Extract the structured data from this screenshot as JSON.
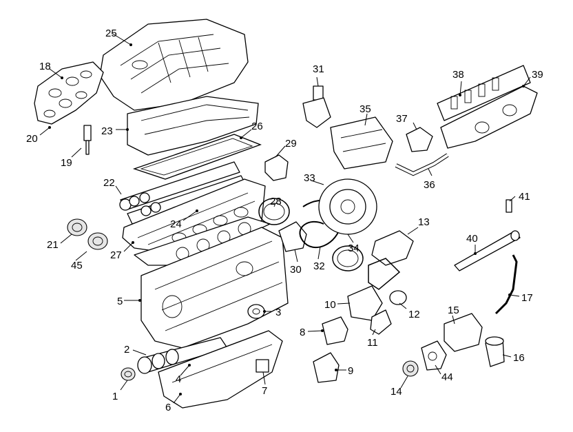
{
  "callouts": {
    "c1": "1",
    "c2": "2",
    "c3": "3",
    "c4": "4",
    "c5": "5",
    "c6": "6",
    "c7": "7",
    "c8": "8",
    "c9": "9",
    "c10": "10",
    "c11": "11",
    "c12": "12",
    "c13": "13",
    "c14": "14",
    "c15": "15",
    "c16": "16",
    "c17": "17",
    "c18": "18",
    "c19": "19",
    "c20": "20",
    "c21": "21",
    "c22": "22",
    "c23": "23",
    "c24": "24",
    "c25": "25",
    "c26": "26",
    "c27": "27",
    "c28": "28",
    "c29": "29",
    "c30": "30",
    "c31": "31",
    "c32": "32",
    "c33": "33",
    "c34": "34",
    "c35": "35",
    "c36": "36",
    "c37": "37",
    "c38": "38",
    "c39": "39",
    "c40": "40",
    "c41": "41",
    "c44": "44",
    "c45": "45"
  }
}
